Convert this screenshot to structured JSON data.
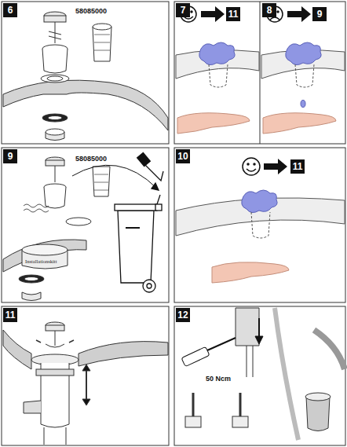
{
  "diagram": {
    "labels": [
      "6",
      "58085000",
      "7",
      "11",
      "8",
      "9",
      "9",
      "58085000",
      "Installationskitt",
      "10",
      "11",
      "11",
      "12",
      "50 Ncm"
    ]
  }
}
